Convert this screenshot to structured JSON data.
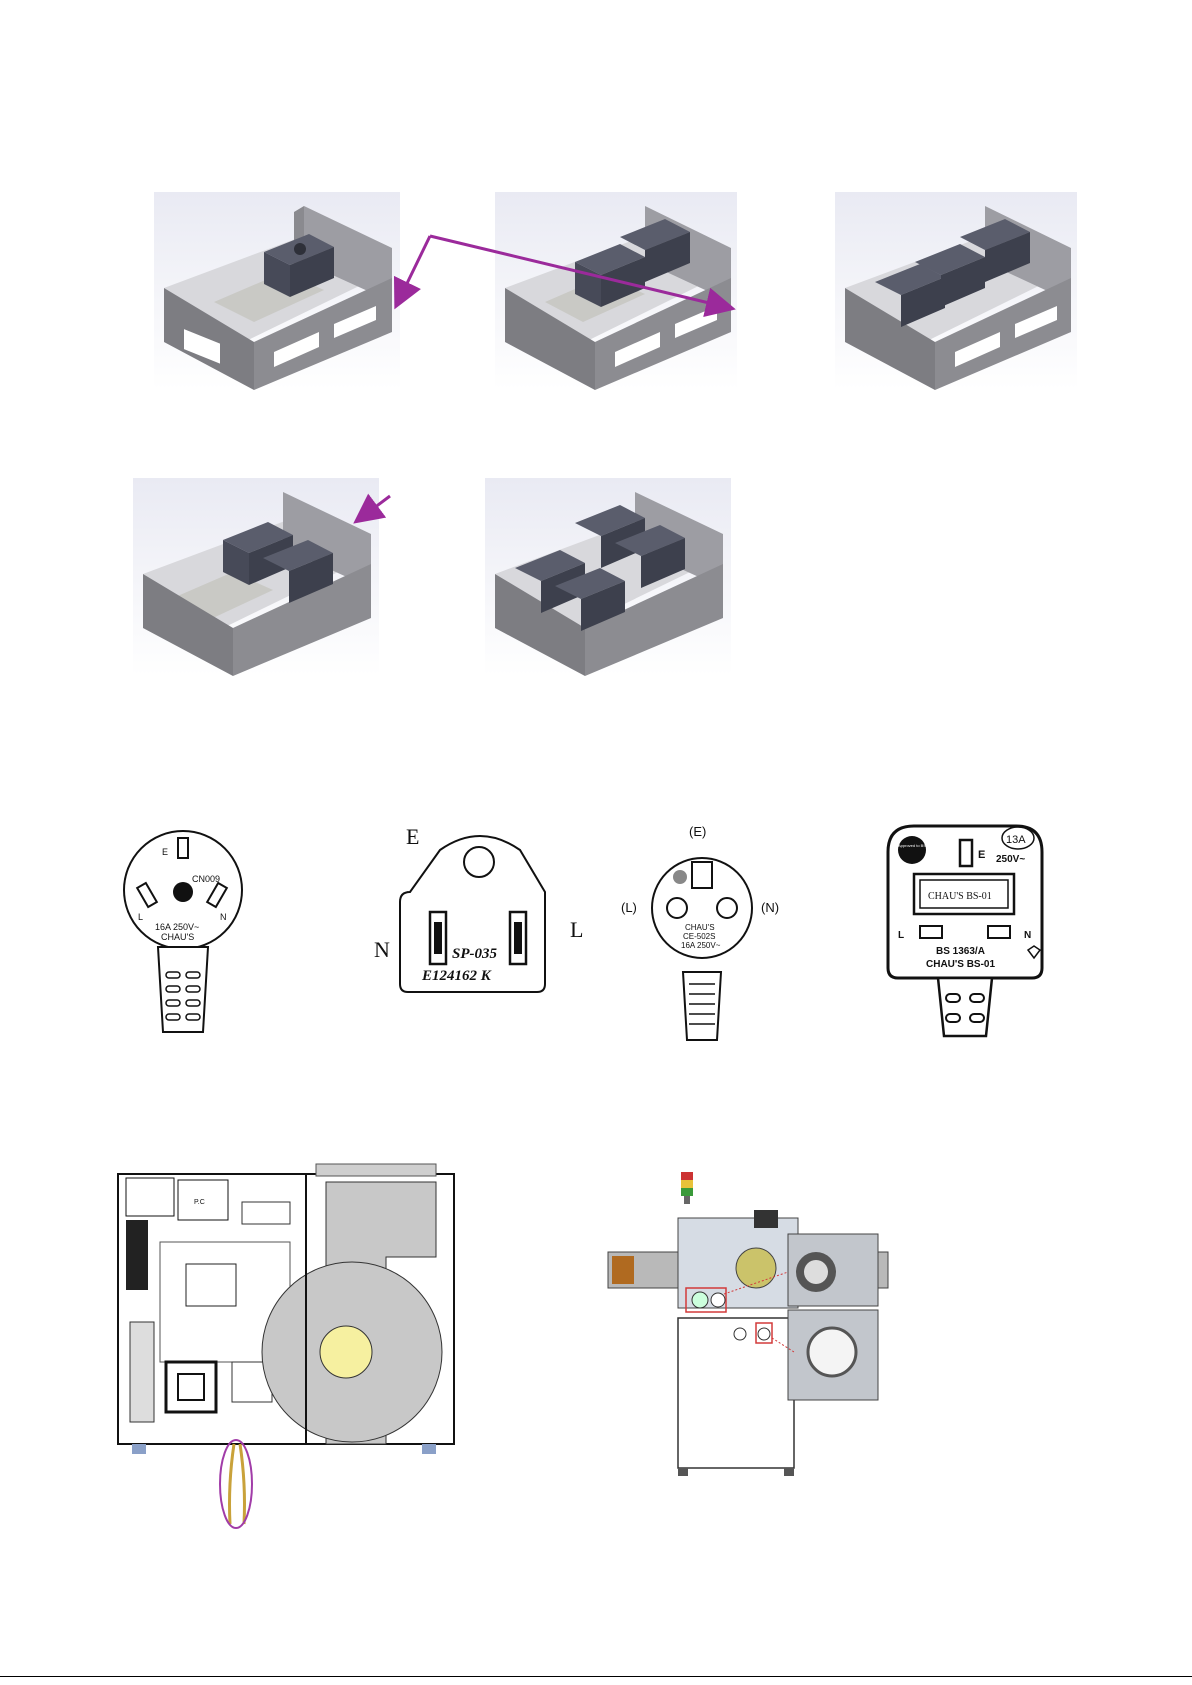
{
  "colors": {
    "accent_arrow": "#9b2a9b",
    "annotation_red": "#d23a3a",
    "steel": "#6f6f73",
    "battery": "#4c4f5e"
  },
  "plugs": {
    "cn": {
      "earth": "E",
      "model": "CN009",
      "live": "L",
      "neutral": "N",
      "rating": "16A  250V~",
      "brand": "CHAU'S"
    },
    "us": {
      "earth": "E",
      "neutral": "N",
      "live": "L",
      "model": "SP-035",
      "cert": "E124162 K"
    },
    "eu": {
      "earth": "(E)",
      "live": "(L)",
      "neutral": "(N)",
      "brand": "CHAU'S",
      "model": "CE-502S",
      "rating": "16A  250V~"
    },
    "uk": {
      "approval": "Approved to BS 1363",
      "fuse": "13A",
      "earth": "E",
      "voltage": "250V~",
      "fuse_label": "CHAU'S     BS-01",
      "live": "L",
      "neutral": "N",
      "standard": "BS 1363/A",
      "model": "CHAU'S BS-01"
    }
  },
  "drawings": {
    "panel_label": "P.C"
  }
}
